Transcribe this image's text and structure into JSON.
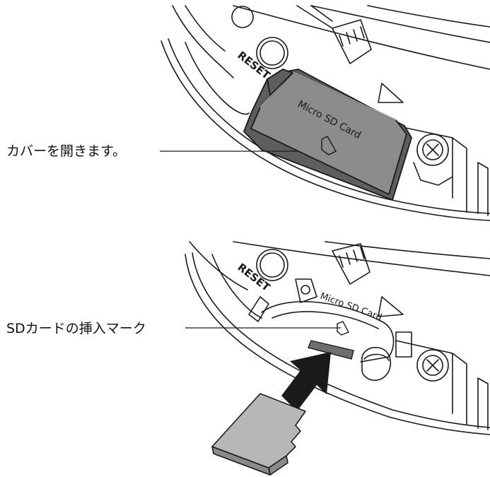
{
  "labels": {
    "open_cover": "カバーを開きます。",
    "sd_insert_mark": "SDカードの挿入マーク",
    "reset_top": "RESET",
    "reset_bottom": "RESET",
    "micro_sd_top": "Micro SD Card",
    "micro_sd_bottom": "Micro SD Card"
  },
  "colors": {
    "outline": "#1a1a1a",
    "cover_fill": "#8c8c8c",
    "cover_shadow": "#5e5e5e",
    "card_fill": "#b7b7b7",
    "card_side": "#8a8a8a",
    "arrow_fill": "#1a1a1a",
    "slot_fill": "#6e6e6e"
  }
}
